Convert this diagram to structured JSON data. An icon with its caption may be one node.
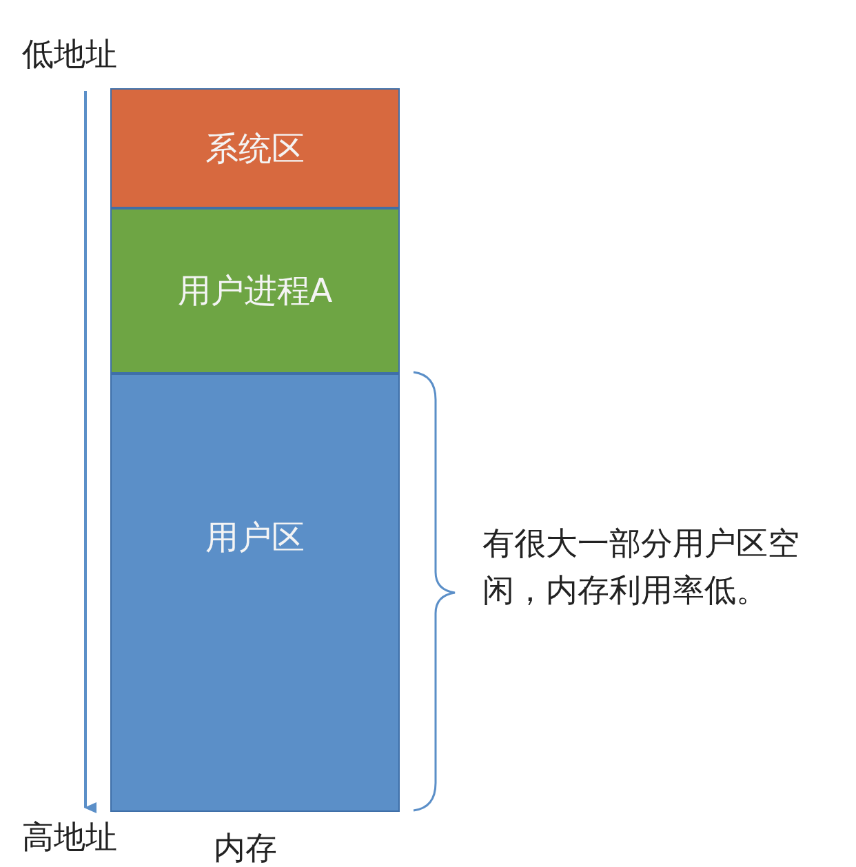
{
  "diagram": {
    "nodes": [
      {
        "text": [
          "系统区"
        ]
      },
      {
        "text": [
          "用户进程A"
        ]
      },
      {
        "text": [
          "用户区"
        ]
      }
    ],
    "labels": [
      "低地址",
      "有很大一部分用户区空闲，内存利用率低。",
      "高地址",
      "内存"
    ]
  }
}
